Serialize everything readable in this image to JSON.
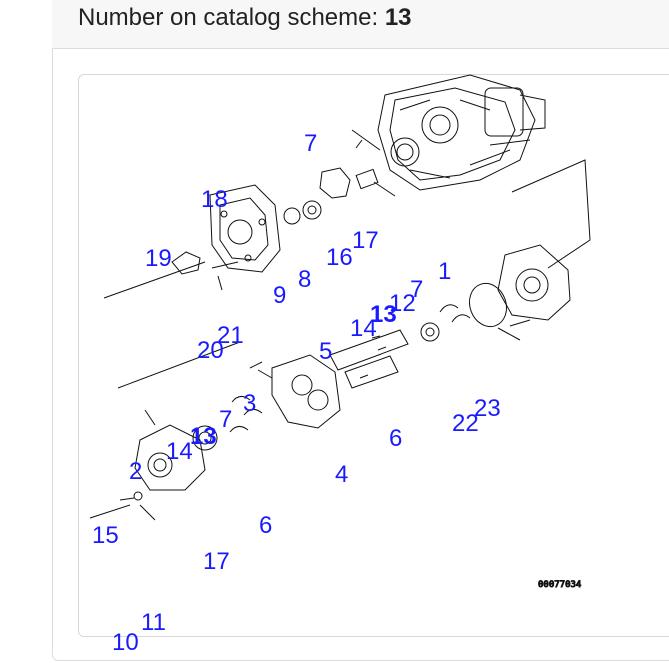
{
  "header": {
    "label": "Number on catalog scheme:",
    "value": "13"
  },
  "drawing_code": "00077034",
  "callouts": [
    {
      "id": "c7a",
      "text": "7"
    },
    {
      "id": "c18",
      "text": "18"
    },
    {
      "id": "c17a",
      "text": "17"
    },
    {
      "id": "c16",
      "text": "16"
    },
    {
      "id": "c19",
      "text": "19"
    },
    {
      "id": "c8",
      "text": "8"
    },
    {
      "id": "c9",
      "text": "9"
    },
    {
      "id": "c1",
      "text": "1"
    },
    {
      "id": "c7b",
      "text": "7"
    },
    {
      "id": "c12",
      "text": "12"
    },
    {
      "id": "c13a",
      "text": "13",
      "active": true
    },
    {
      "id": "c14a",
      "text": "14"
    },
    {
      "id": "c21",
      "text": "21"
    },
    {
      "id": "c20",
      "text": "20"
    },
    {
      "id": "c5",
      "text": "5"
    },
    {
      "id": "c3",
      "text": "3"
    },
    {
      "id": "c7c",
      "text": "7"
    },
    {
      "id": "c13b",
      "text": "13",
      "active": true
    },
    {
      "id": "c14b",
      "text": "14"
    },
    {
      "id": "c6a",
      "text": "6"
    },
    {
      "id": "c22",
      "text": "22"
    },
    {
      "id": "c23",
      "text": "23"
    },
    {
      "id": "c2",
      "text": "2"
    },
    {
      "id": "c4",
      "text": "4"
    },
    {
      "id": "c15",
      "text": "15"
    },
    {
      "id": "c6b",
      "text": "6"
    },
    {
      "id": "c17b",
      "text": "17"
    },
    {
      "id": "c11",
      "text": "11"
    },
    {
      "id": "c10",
      "text": "10"
    }
  ]
}
